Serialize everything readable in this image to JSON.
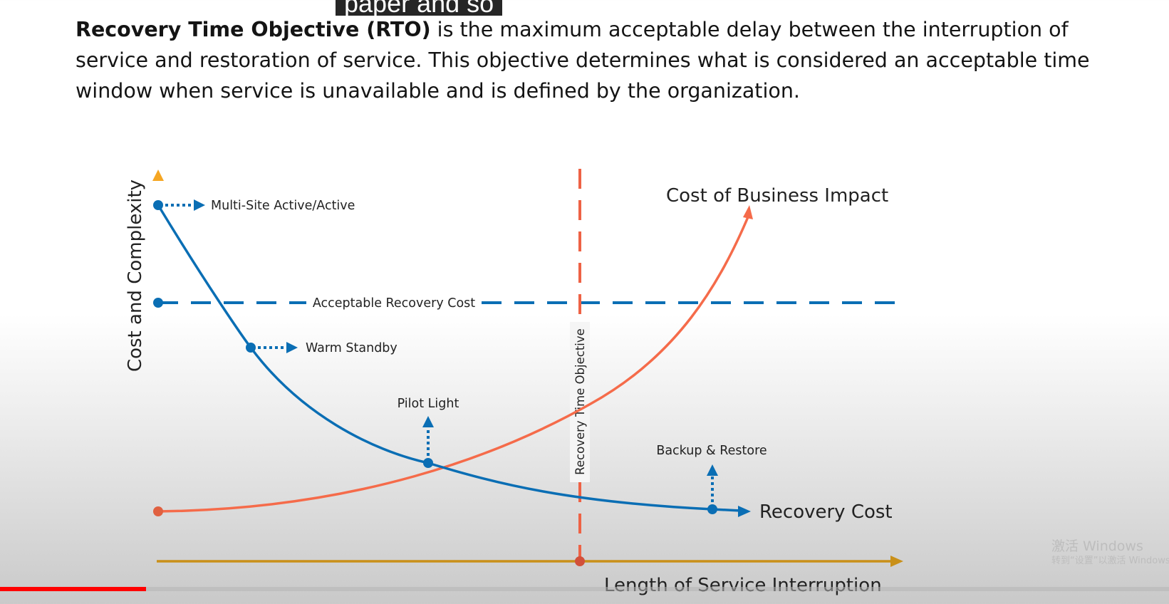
{
  "caption": "paper and so",
  "definition": {
    "term": "Recovery Time Objective (RTO)",
    "text": " is the maximum acceptable delay between the interruption of service and restoration of service. This objective determines what is considered an acceptable time window when service is unavailable and is defined by the organization."
  },
  "diagram": {
    "y_axis_label": "Cost and Complexity",
    "x_axis_label": "Length of Service Interruption",
    "strategies": {
      "multi_site": "Multi-Site Active/Active",
      "warm_standby": "Warm Standby",
      "pilot_light": "Pilot Light",
      "backup_restore": "Backup & Restore"
    },
    "acceptable_recovery_cost": "Acceptable Recovery Cost",
    "recovery_time_objective": "Recovery Time Objective",
    "cost_of_business_impact": "Cost of Business Impact",
    "recovery_cost": "Recovery Cost"
  },
  "colors": {
    "axis": "#f0a020",
    "axis_dark": "#c8901a",
    "recovery_cost": "#0a6eb4",
    "business_impact": "#f56b4a",
    "rto_line": "#ee6245"
  },
  "watermark": {
    "line1": "激活 Windows",
    "line2": "转到“设置”以激活 Windows。"
  },
  "video": {
    "progress": 0.125
  }
}
